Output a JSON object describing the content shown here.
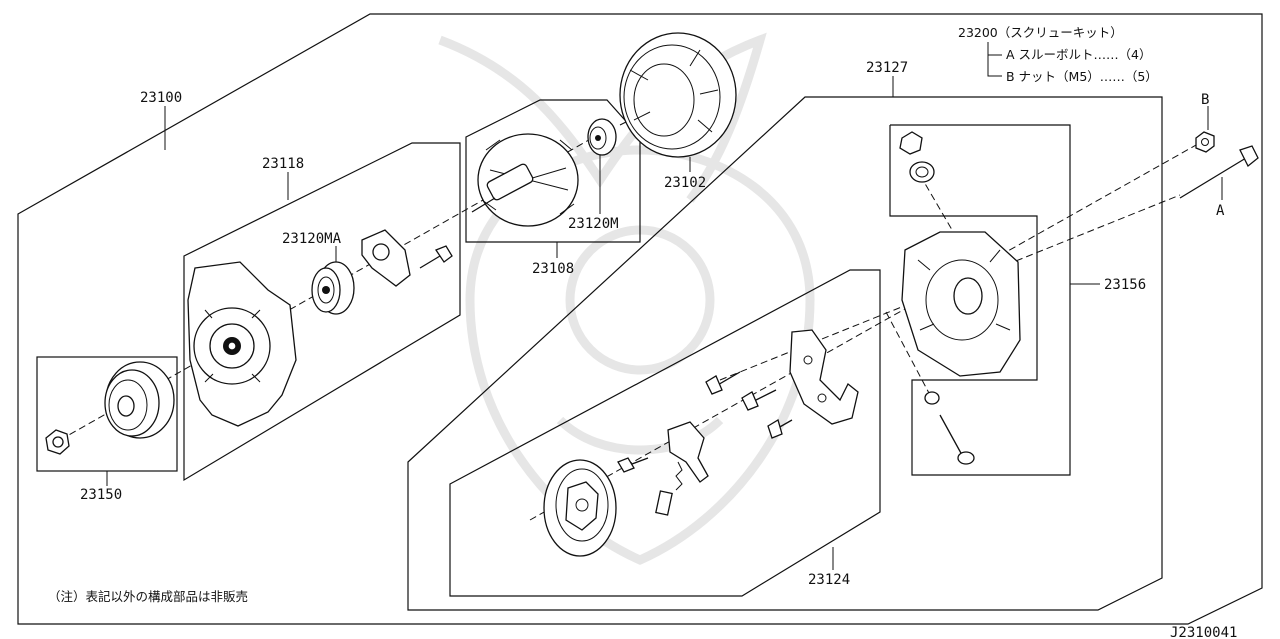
{
  "parts": {
    "p23100": "23100",
    "p23118": "23118",
    "p23120MA": "23120MA",
    "p23108": "23108",
    "p23120M": "23120M",
    "p23102": "23102",
    "p23127": "23127",
    "p23150": "23150",
    "p23156": "23156",
    "p23124": "23124"
  },
  "screw_kit": {
    "title": "23200（スクリューキット）",
    "line_a": "A スルーボルト‥‥‥（4）",
    "line_b": "B ナット（M5）‥‥‥（5）"
  },
  "callouts": {
    "a": "A",
    "b": "B"
  },
  "note": "（注）表記以外の構成部品は非販売",
  "diagram_code": "J2310041"
}
